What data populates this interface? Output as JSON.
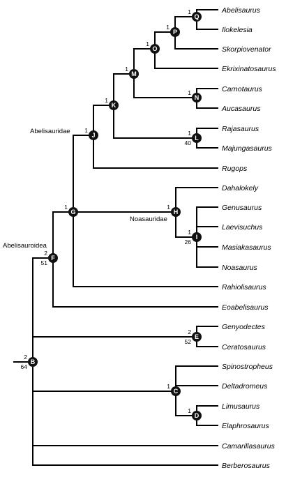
{
  "taxa": [
    {
      "id": "abelisaurus",
      "label": "Abelisaurus"
    },
    {
      "id": "ilokelesia",
      "label": "Ilokelesia"
    },
    {
      "id": "skorpiovenator",
      "label": "Skorpiovenator"
    },
    {
      "id": "ekrixinatosaurus",
      "label": "Ekrixinatosaurus"
    },
    {
      "id": "carnotaurus",
      "label": "Carnotaurus"
    },
    {
      "id": "aucasaurus",
      "label": "Aucasaurus"
    },
    {
      "id": "rajasaurus",
      "label": "Rajasaurus"
    },
    {
      "id": "majungasaurus",
      "label": "Majungasaurus"
    },
    {
      "id": "rugops",
      "label": "Rugops"
    },
    {
      "id": "dahalokely",
      "label": "Dahalokely"
    },
    {
      "id": "genusaurus",
      "label": "Genusaurus"
    },
    {
      "id": "laevisuchus",
      "label": "Laevisuchus"
    },
    {
      "id": "masiakasaurus",
      "label": "Masiakasaurus"
    },
    {
      "id": "noasaurus",
      "label": "Noasaurus"
    },
    {
      "id": "rahiolisaurus",
      "label": "Rahiolisaurus"
    },
    {
      "id": "eoabelisaurus",
      "label": "Eoabelisaurus"
    },
    {
      "id": "genyodectes",
      "label": "Genyodectes"
    },
    {
      "id": "ceratosaurus",
      "label": "Ceratosaurus"
    },
    {
      "id": "spinostropheus",
      "label": "Spinostropheus"
    },
    {
      "id": "deltadromeus",
      "label": "Deltadromeus"
    },
    {
      "id": "limusaurus",
      "label": "Limusaurus"
    },
    {
      "id": "elaphrosaurus",
      "label": "Elaphrosaurus"
    },
    {
      "id": "camarillasaurus",
      "label": "Camarillasaurus"
    },
    {
      "id": "berberosaurus",
      "label": "Berberosaurus"
    }
  ],
  "nodes": [
    {
      "id": "B",
      "label": "B",
      "support_top": "2",
      "support_bottom": "64"
    },
    {
      "id": "C",
      "label": "C",
      "support_top": "1",
      "support_bottom": ""
    },
    {
      "id": "D",
      "label": "D",
      "support_top": "1",
      "support_bottom": ""
    },
    {
      "id": "E",
      "label": "E",
      "support_top": "2",
      "support_bottom": "52"
    },
    {
      "id": "F",
      "label": "F",
      "support_top": "2",
      "support_bottom": "51"
    },
    {
      "id": "G",
      "label": "G",
      "support_top": "1",
      "support_bottom": ""
    },
    {
      "id": "H",
      "label": "H",
      "support_top": "1",
      "support_bottom": ""
    },
    {
      "id": "I",
      "label": "I",
      "support_top": "1",
      "support_bottom": "26"
    },
    {
      "id": "J",
      "label": "J",
      "support_top": "1",
      "support_bottom": ""
    },
    {
      "id": "K",
      "label": "K",
      "support_top": "1",
      "support_bottom": ""
    },
    {
      "id": "L",
      "label": "L",
      "support_top": "1",
      "support_bottom": "40"
    },
    {
      "id": "M",
      "label": "M",
      "support_top": "1",
      "support_bottom": ""
    },
    {
      "id": "N",
      "label": "N",
      "support_top": "1",
      "support_bottom": ""
    },
    {
      "id": "O",
      "label": "O",
      "support_top": "1",
      "support_bottom": ""
    },
    {
      "id": "P",
      "label": "P",
      "support_top": "1",
      "support_bottom": ""
    },
    {
      "id": "Q",
      "label": "Q",
      "support_top": "1",
      "support_bottom": ""
    }
  ],
  "clade_names": [
    {
      "id": "abelisauridae",
      "label": "Abelisauridae"
    },
    {
      "id": "noasauridae",
      "label": "Noasauridae"
    },
    {
      "id": "abelisauroidea",
      "label": "Abelisauroidea"
    }
  ],
  "colors": {
    "branch": "#000000",
    "node_fill": "#111111",
    "node_text": "#ffffff"
  }
}
